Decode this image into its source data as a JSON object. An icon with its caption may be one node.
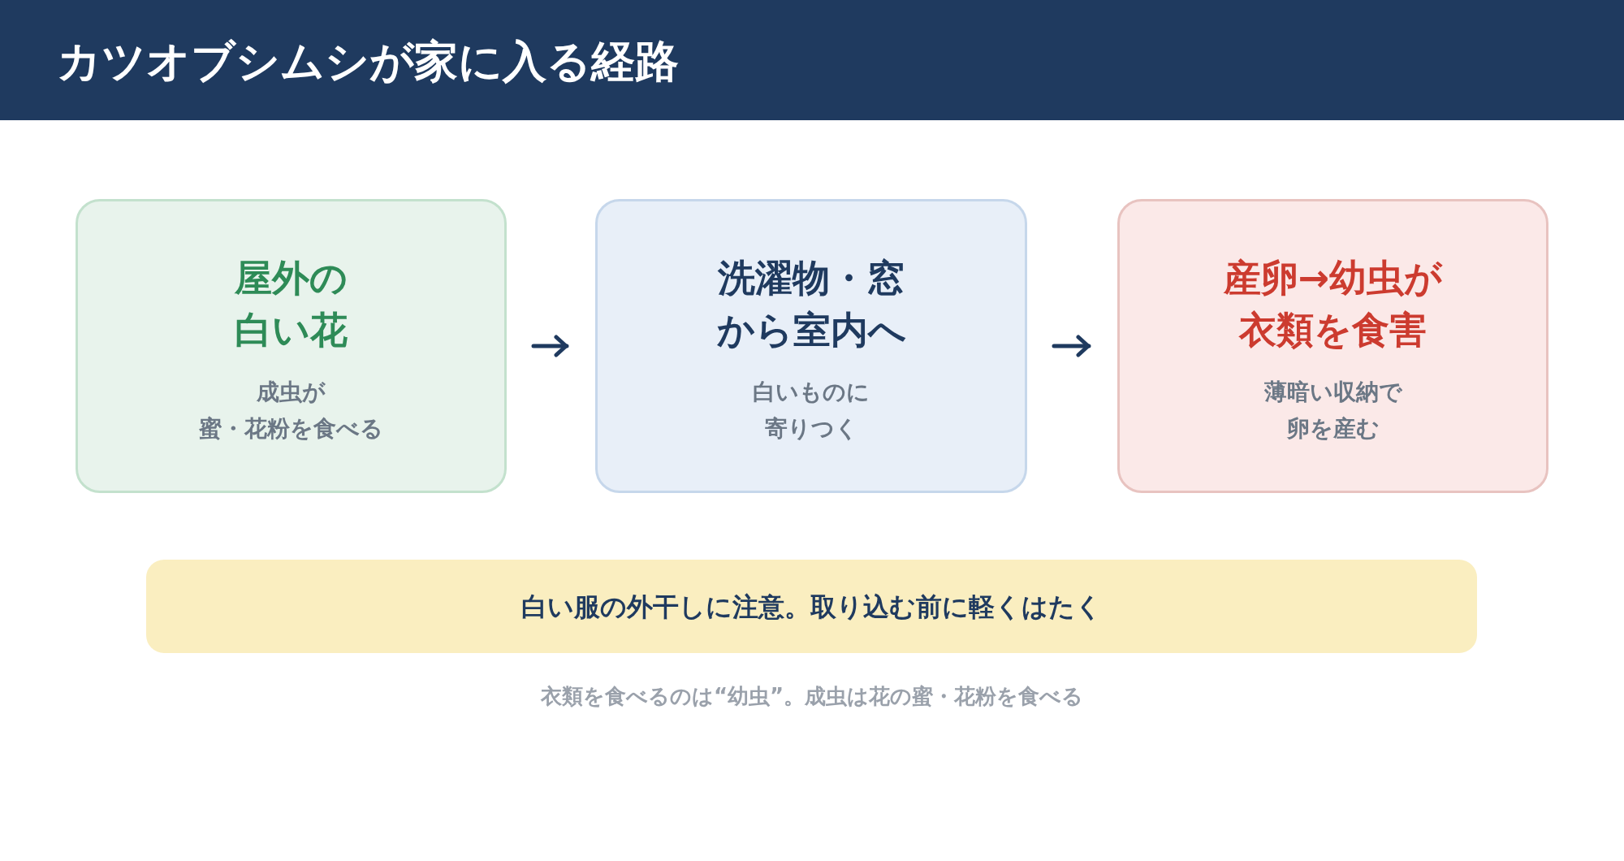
{
  "diagram": {
    "title": "カツオブシムシが家に入る経路",
    "nodes": [
      {
        "text": [
          "屋外の白い花",
          "成虫が蜜・花粉を食べる"
        ]
      },
      {
        "text": [
          "洗濯物・窓から室内へ",
          "白いものに寄りつく"
        ]
      },
      {
        "text": [
          "産卵→幼虫が衣類を食害",
          "薄暗い収納で卵を産む"
        ]
      },
      {
        "text": [
          "白い服の外干しに注意。取り込む前に軽くはたく"
        ]
      }
    ],
    "edges": [
      {
        "from": 0,
        "to": 1,
        "arrow": "to"
      },
      {
        "from": 1,
        "to": 2,
        "arrow": "to"
      }
    ],
    "caption": "衣類を食べるのは“幼虫”。成虫は花の蜜・花粉を食べる"
  }
}
